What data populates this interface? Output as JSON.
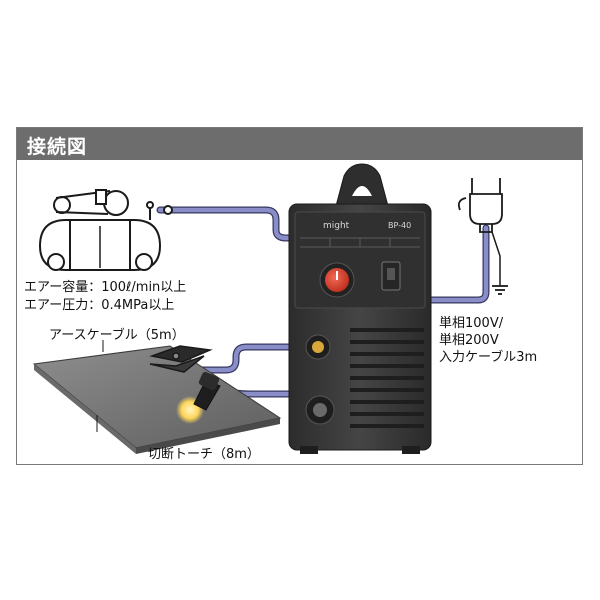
{
  "header": {
    "title": "接続図"
  },
  "device": {
    "brand": "might",
    "model": "BP-40"
  },
  "compressor": {
    "air_volume": "エアー容量：100ℓ/min以上",
    "air_pressure": "エアー圧力：0.4MPa以上"
  },
  "ground_cable": {
    "label": "アースケーブル（5m）"
  },
  "torch": {
    "label": "切断トーチ（8m）"
  },
  "power": {
    "line1": "単相100V/",
    "line2": "単相200V",
    "line3": "入力ケーブル3m"
  },
  "colors": {
    "header_bg": "#6d6d6d",
    "cable": "#8a8ec8",
    "device_body": "#3a3a3a",
    "knob": "#d93a2b"
  }
}
